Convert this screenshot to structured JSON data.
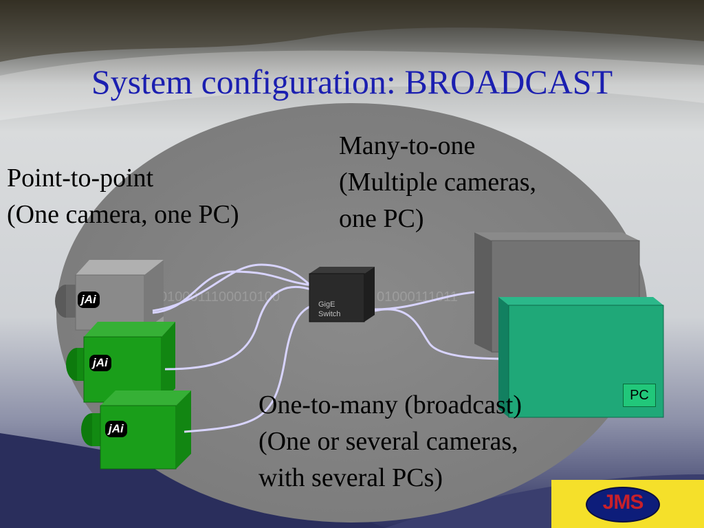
{
  "slide": {
    "title": "System configuration: BROADCAST",
    "point_to_point": {
      "line1": "Point-to-point",
      "line2": "(One camera, one PC)"
    },
    "many_to_one": {
      "line1": "Many-to-one",
      "line2": "(Multiple cameras,",
      "line3": "one PC)"
    },
    "one_to_many": {
      "line1": "One-to-many (broadcast)",
      "line2": "(One or several cameras,",
      "line3": "with several PCs)"
    }
  },
  "diagram": {
    "switch_label_1": "GigE",
    "switch_label_2": "Switch",
    "pc_label": "PC",
    "camera_logo": "jAi",
    "bitstream_left": "0100011100010100",
    "bitstream_right": "01000111011"
  },
  "footer": {
    "logo_text": "JMS"
  },
  "colors": {
    "title": "#1b1fb0",
    "camera_green": "#1aa01a",
    "camera_gray": "#7a7a7a",
    "pc_green": "#1fa878",
    "cable": "#d8d4ff",
    "logo_bg": "#f5e02a"
  }
}
